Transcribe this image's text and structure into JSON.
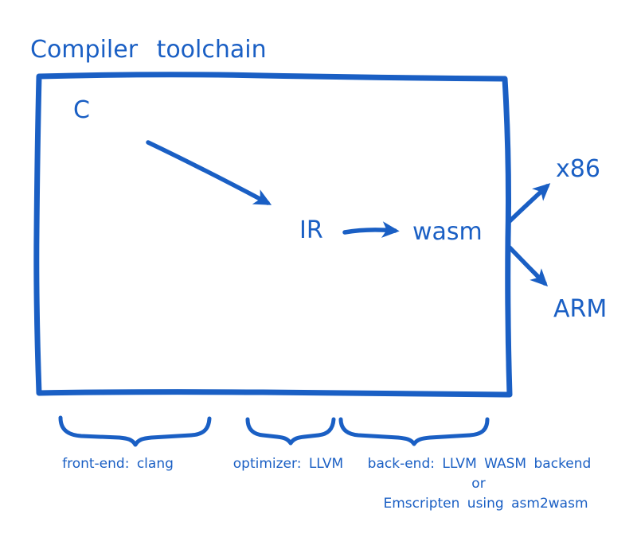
{
  "diagram": {
    "title": "Compiler toolchain",
    "accent_color": "#1a5fc4",
    "nodes": {
      "source": "C",
      "ir": "IR",
      "wasm": "wasm",
      "x86": "x86",
      "arm": "ARM"
    },
    "stages": [
      {
        "label": "front-end: clang"
      },
      {
        "label": "optimizer: LLVM"
      },
      {
        "label": "back-end: LLVM WASM backend",
        "or_label": "or",
        "alt_label": "Emscripten using asm2wasm"
      }
    ]
  }
}
